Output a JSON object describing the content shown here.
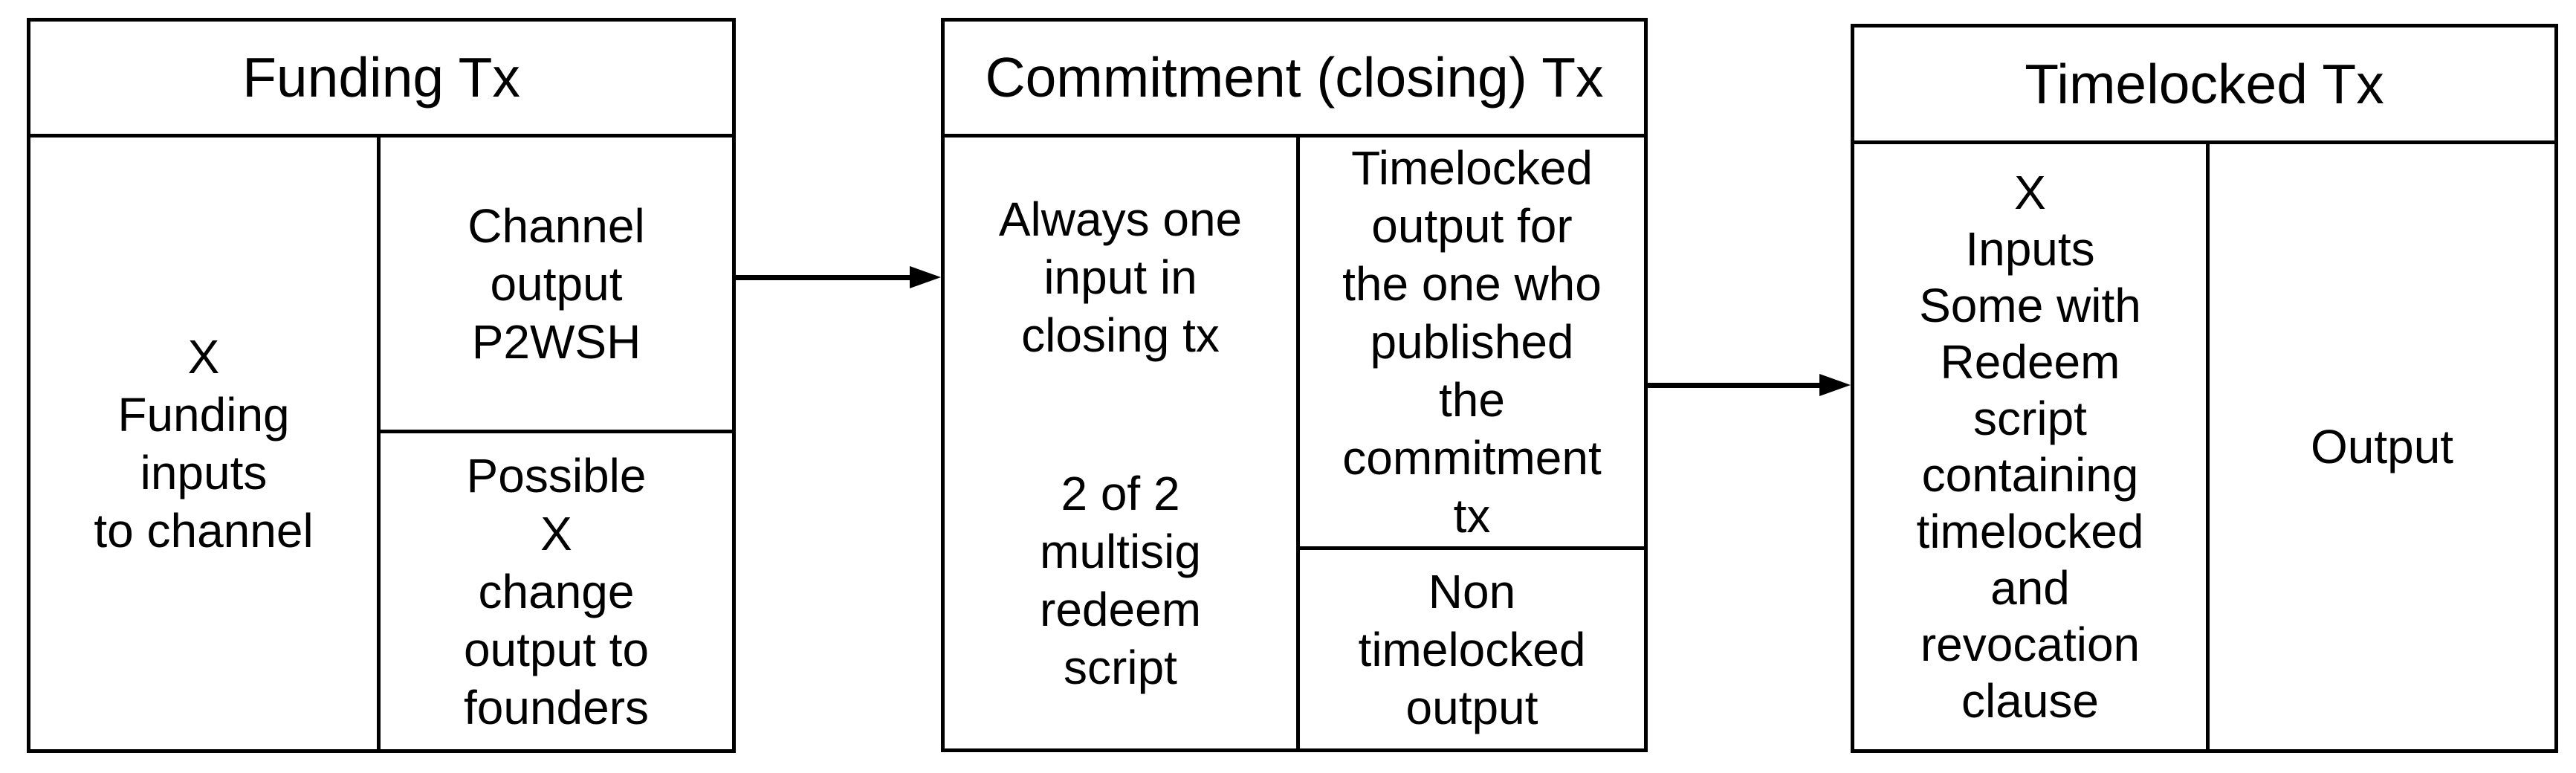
{
  "boxes": [
    {
      "title": "Funding Tx",
      "inputs": "X\nFunding\ninputs\nto channel",
      "output_top": "Channel\noutput\nP2WSH",
      "output_bottom": "Possible\nX\nchange\noutput to\nfounders"
    },
    {
      "title": "Commitment (closing) Tx",
      "inputs_top": "Always one\ninput in\nclosing tx",
      "inputs_bottom": "2 of 2\nmultisig\nredeem\nscript",
      "output_top": "Timelocked\noutput for\nthe one who\npublished\nthe\ncommitment\ntx",
      "output_bottom": "Non\ntimelocked\noutput"
    },
    {
      "title": "Timelocked Tx",
      "inputs": "X\nInputs\nSome with\nRedeem\nscript\ncontaining\ntimelocked\nand\nrevocation\nclause",
      "output": "Output"
    }
  ],
  "colors": {
    "border": "#000000",
    "background": "#ffffff",
    "text": "#000000"
  }
}
